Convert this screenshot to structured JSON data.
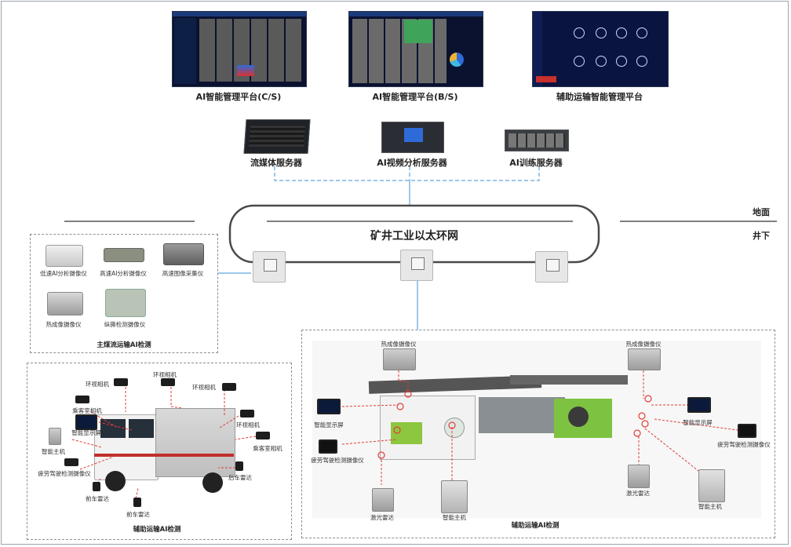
{
  "platforms": {
    "cs_label": "AI智能管理平台(C/S)",
    "bs_label": "AI智能管理平台(B/S)",
    "aux_label": "辅助运输智能管理平台"
  },
  "servers": {
    "media_label": "流媒体服务器",
    "video_label": "AI视频分析服务器",
    "train_label": "AI训练服务器"
  },
  "network": {
    "ring_label": "矿井工业以太环网",
    "surface_label": "地面",
    "underground_label": "井下"
  },
  "coal_panel": {
    "title": "主煤流运输AI检测",
    "devices": [
      "低速AI分析摄像仪",
      "高速AI分析摄像仪",
      "高速图像采集仪",
      "热成像摄像仪",
      "纵撕检测摄像仪"
    ]
  },
  "truck_panel": {
    "title": "辅助运输AI检测",
    "labels": [
      "环视相机",
      "环视相机",
      "环视相机",
      "乘客室相机",
      "智能显示屏",
      "环视相机",
      "乘客室相机",
      "智能主机",
      "疲劳驾驶检测摄像仪",
      "后车雷达",
      "前车雷达",
      "前车雷达"
    ]
  },
  "machine_panel": {
    "title": "辅助运输AI检测",
    "labels": [
      "热成像摄像仪",
      "热成像摄像仪",
      "智能显示屏",
      "智能显示屏",
      "疲劳驾驶检测摄像仪",
      "疲劳驾驶检测摄像仪",
      "激光雷达",
      "智能主机",
      "激光雷达",
      "智能主机"
    ]
  },
  "colors": {
    "link_blue": "#3b8fd6",
    "annotation_red": "#e23b3b",
    "ring_gray": "#4a4a4a"
  }
}
